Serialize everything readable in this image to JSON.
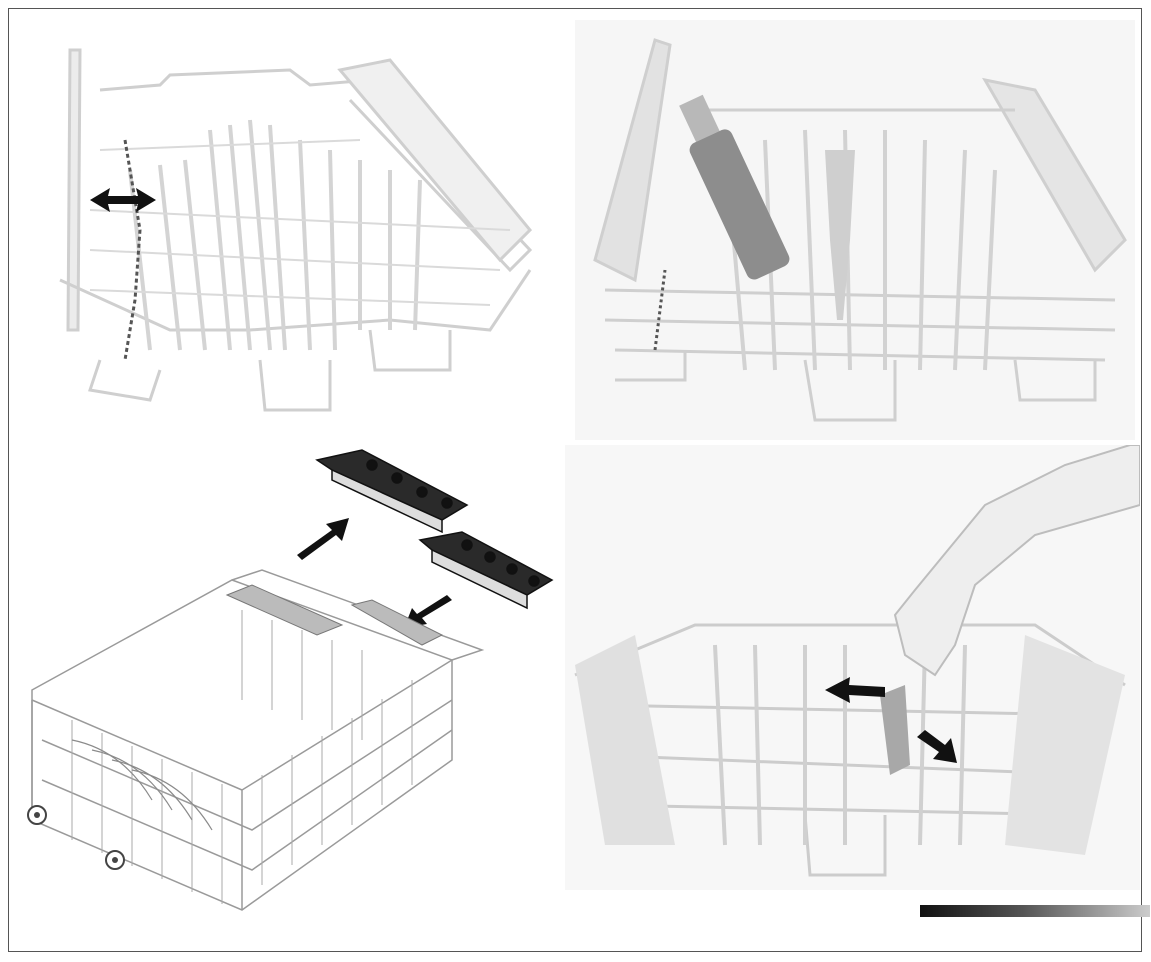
{
  "document": {
    "figures": [
      {
        "id": "panel-tl",
        "icon": "rack-fold-tine-arrow-icon"
      },
      {
        "id": "panel-tr",
        "icon": "rack-with-bottle-photo-icon"
      },
      {
        "id": "panel-bl",
        "icon": "rack-insert-holder-diagram-icon"
      },
      {
        "id": "panel-br",
        "icon": "hand-folding-tine-photo-icon"
      }
    ],
    "colors": {
      "wire": "#c9c9c9",
      "wire_dark": "#9a9a9a",
      "arrow": "#111111",
      "photo_bg": "#f7f7f7"
    }
  }
}
